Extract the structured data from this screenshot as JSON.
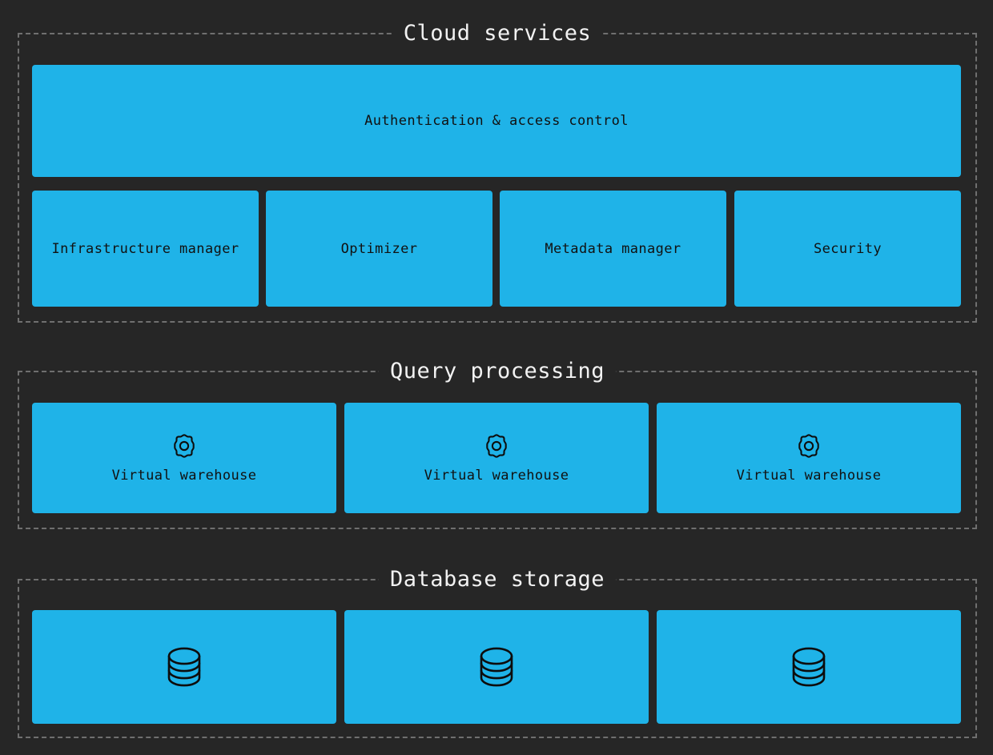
{
  "diagram": {
    "background_color": "#262626",
    "node_color": "#1fb3e8",
    "border_color": "#6f6f6f",
    "title_color": "#f2f2f2",
    "node_text_color": "#111111"
  },
  "groups": [
    {
      "title": "Cloud services",
      "nodes": [
        {
          "label": "Authentication & access control",
          "icon": ""
        },
        {
          "label": "Infrastructure manager",
          "icon": ""
        },
        {
          "label": "Optimizer",
          "icon": ""
        },
        {
          "label": "Metadata manager",
          "icon": ""
        },
        {
          "label": "Security",
          "icon": ""
        }
      ]
    },
    {
      "title": "Query processing",
      "nodes": [
        {
          "label": "Virtual warehouse",
          "icon": "gear-icon"
        },
        {
          "label": "Virtual warehouse",
          "icon": "gear-icon"
        },
        {
          "label": "Virtual warehouse",
          "icon": "gear-icon"
        }
      ]
    },
    {
      "title": "Database storage",
      "nodes": [
        {
          "label": "",
          "icon": "database-icon"
        },
        {
          "label": "",
          "icon": "database-icon"
        },
        {
          "label": "",
          "icon": "database-icon"
        }
      ]
    }
  ]
}
